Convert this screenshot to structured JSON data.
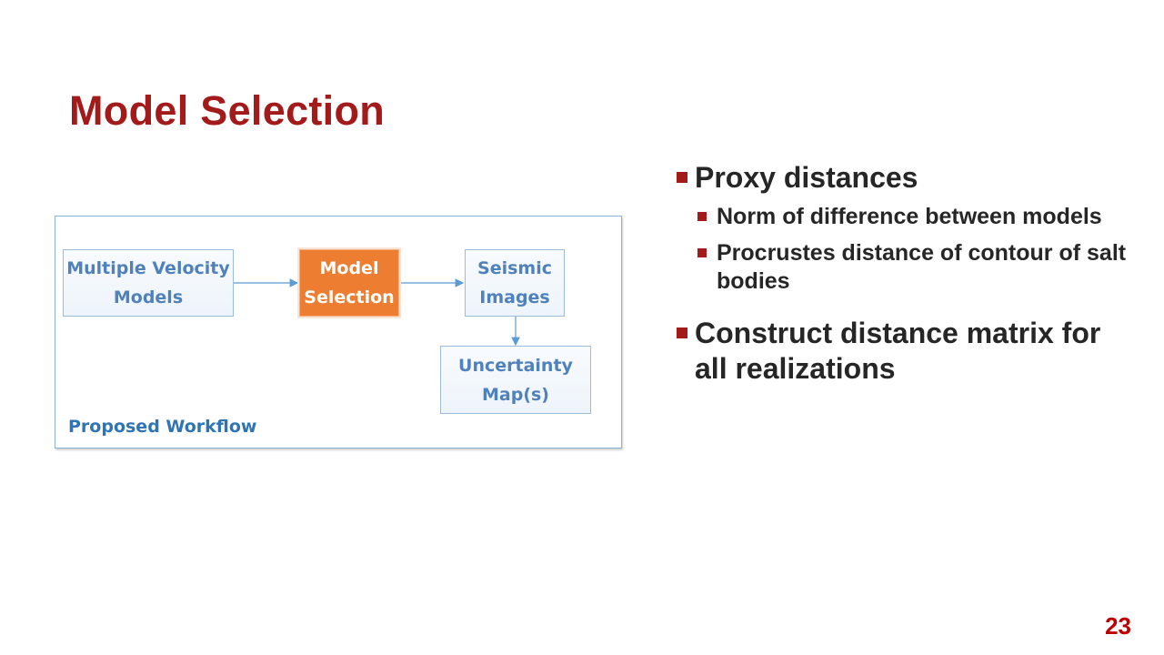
{
  "slide": {
    "title": "Model Selection",
    "page_number": "23",
    "accent_color": "#a31a1a"
  },
  "workflow": {
    "label": "Proposed Workflow",
    "nodes": {
      "velocity": "Multiple Velocity\nModels",
      "selection": "Model\nSelection",
      "seismic": "Seismic\nImages",
      "uncertainty": "Uncertainty\nMap(s)"
    },
    "highlight_color": "#ed7d31"
  },
  "bullets": [
    {
      "text": "Proxy distances"
    },
    {
      "text": "Norm of difference between models"
    },
    {
      "text": "Procrustes distance of contour of salt bodies"
    },
    {
      "text": "Construct distance matrix for all realizations"
    }
  ]
}
